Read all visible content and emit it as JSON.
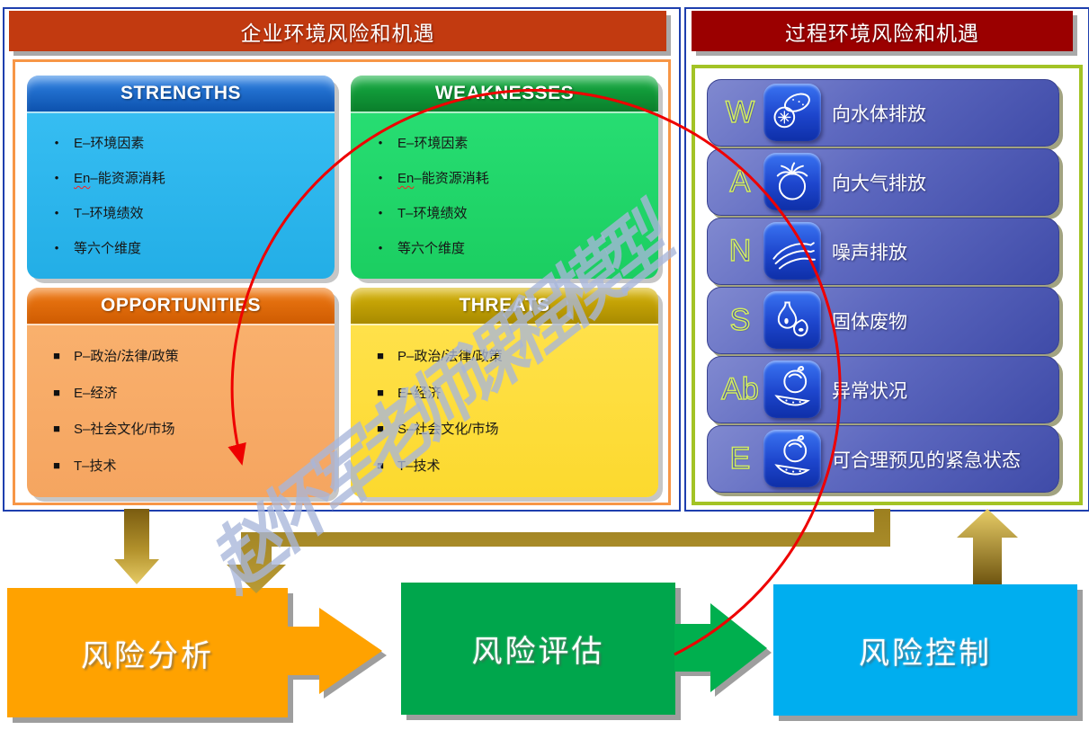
{
  "left_panel": {
    "title": "企业环境风险和机遇",
    "quadrants": [
      {
        "title": "STRENGTHS",
        "bullet": "•",
        "items": [
          {
            "text": "E–环境因素"
          },
          {
            "text": "En–能资源消耗",
            "squiggle_prefix": "En"
          },
          {
            "text": "T–环境绩效"
          },
          {
            "text": "等六个维度"
          }
        ]
      },
      {
        "title": "WEAKNESSES",
        "bullet": "•",
        "items": [
          {
            "text": "E–环境因素"
          },
          {
            "text": "En–能资源消耗",
            "squiggle_prefix": "En"
          },
          {
            "text": "T–环境绩效"
          },
          {
            "text": "等六个维度"
          }
        ]
      },
      {
        "title": "OPPORTUNITIES",
        "bullet": "■",
        "items": [
          {
            "text": "P–政治/法律/政策"
          },
          {
            "text": "E–经济"
          },
          {
            "text": "S–社会文化/市场"
          },
          {
            "text": "T–技术"
          }
        ]
      },
      {
        "title": "THREATS",
        "bullet": "■",
        "items": [
          {
            "text": "P–政治/法律/政策"
          },
          {
            "text": "E–经济"
          },
          {
            "text": "S–社会文化/市场"
          },
          {
            "text": "T–技术"
          }
        ]
      }
    ]
  },
  "right_panel": {
    "title": "过程环境风险和机遇",
    "rows": [
      {
        "letter": "W",
        "icon": "lemon-icon",
        "label": "向水体排放"
      },
      {
        "letter": "A",
        "icon": "tomato-icon",
        "label": "向大气排放"
      },
      {
        "letter": "N",
        "icon": "banana-icon",
        "label": "噪声排放"
      },
      {
        "letter": "S",
        "icon": "pear-icon",
        "label": "固体废物"
      },
      {
        "letter": "Ab",
        "icon": "watermelon-icon",
        "label": "异常状况"
      },
      {
        "letter": "E",
        "icon": "watermelon-icon",
        "label": "可合理预见的紧急状态"
      }
    ]
  },
  "process_steps": [
    {
      "label": "风险分析",
      "color": "#FFA200"
    },
    {
      "label": "风险评估",
      "color": "#00A64C"
    },
    {
      "label": "风险控制",
      "color": "#00AEEF"
    }
  ],
  "watermark": "赵怀军老师课程模型",
  "colors": {
    "left_header_bg": "#C23A10",
    "right_header_bg": "#9B0000",
    "panel_border": "#1E3FAE",
    "left_inner_border": "#F79646",
    "right_inner_border": "#A3C325",
    "strengths_header": "#1260C0",
    "strengths_body": "#29B2E8",
    "weaknesses_header": "#0E9434",
    "weaknesses_body": "#1ED365",
    "opportunities_header": "#E06A08",
    "opportunities_body": "#F9AD68",
    "threats_header": "#C3A000",
    "threats_body": "#FFE13E",
    "row_bg": "#5A66BD",
    "tile_bg": "#1D45CC",
    "gold_arrow": "#AD9130",
    "red_cycle": "#EE0000"
  }
}
